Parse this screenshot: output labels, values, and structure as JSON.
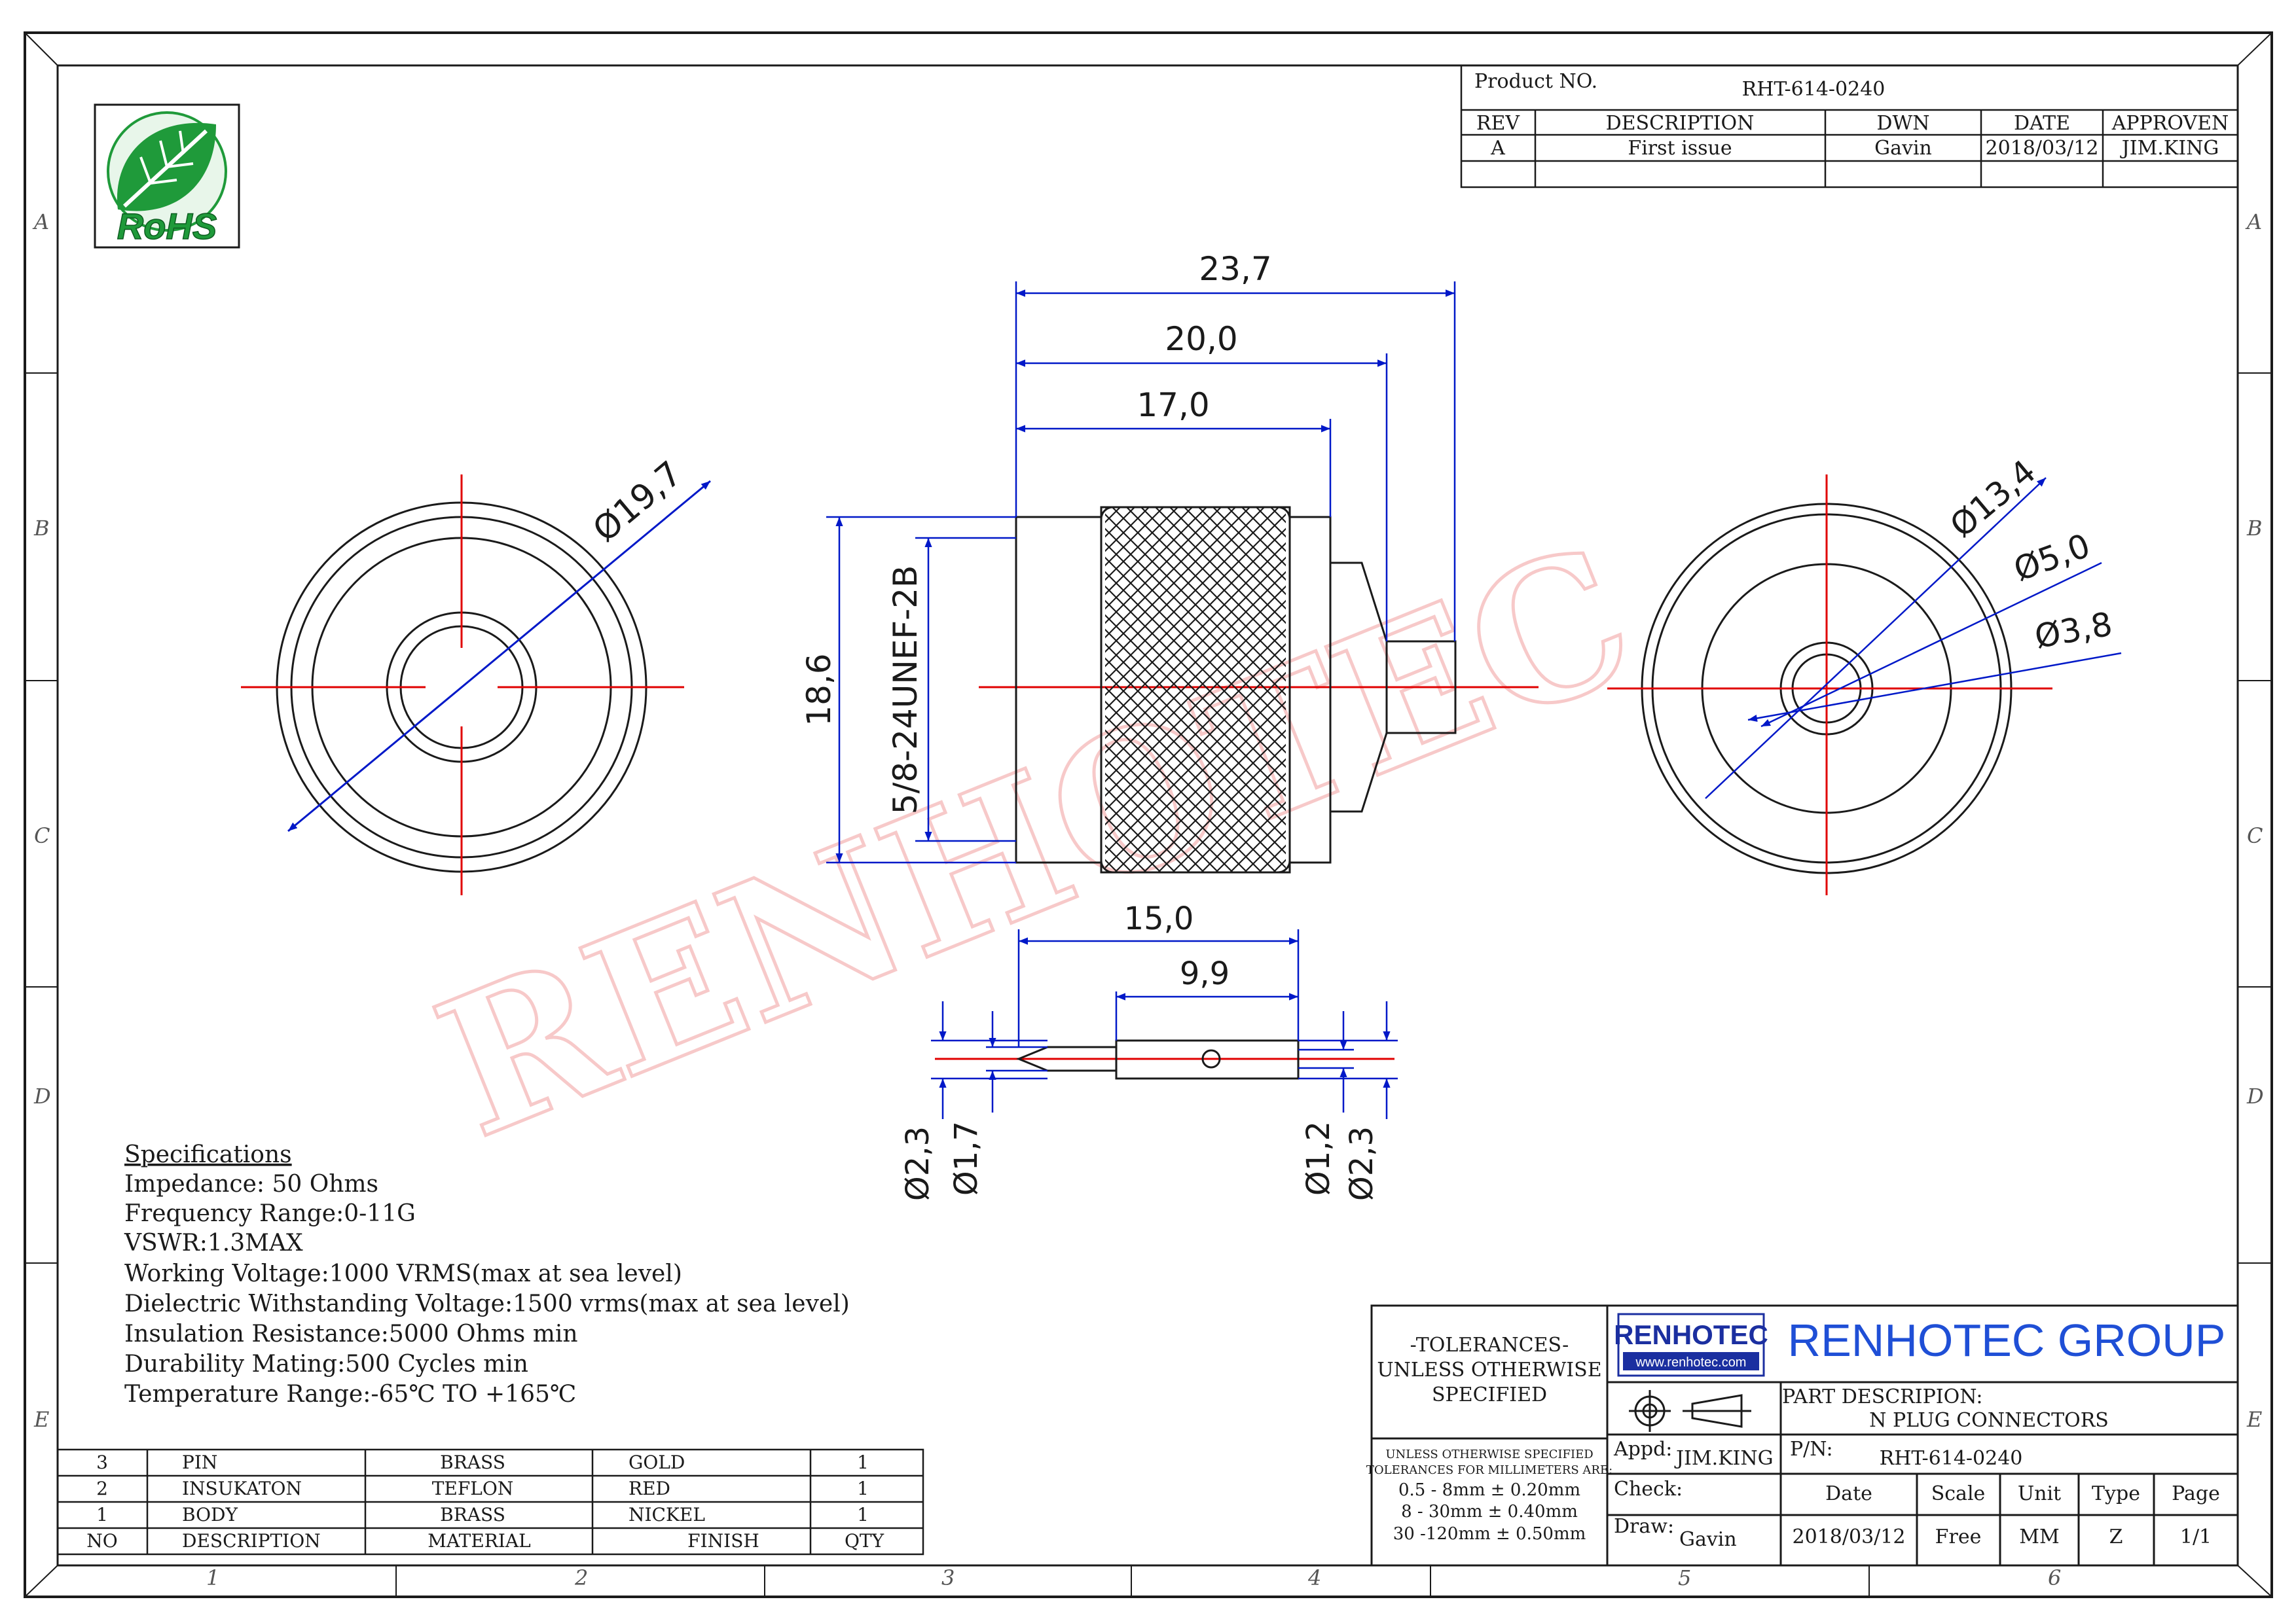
{
  "title_block": {
    "product_no_label": "Product NO.",
    "product_no": "RHT-614-0240",
    "rev_header": "REV",
    "desc_header": "DESCRIPTION",
    "dwn_header": "DWN",
    "date_header": "DATE",
    "approven_header": "APPROVEN",
    "rev_row": {
      "rev": "A",
      "description": "First issue",
      "dwn": "Gavin",
      "date": "2018/03/12",
      "approven": "JIM.KING"
    }
  },
  "rohs_label": "RoHS",
  "row_labels": [
    "A",
    "B",
    "C",
    "D",
    "E"
  ],
  "column_labels": [
    "1",
    "2",
    "3",
    "4",
    "5",
    "6"
  ],
  "dimensions": {
    "overall_length": "23,7",
    "body_length_20": "20,0",
    "knurl_length": "17,0",
    "body_height": "18,6",
    "thread": "5/8-24UNEF-2B",
    "front_dia": "Ø19,7",
    "rear_dia_134": "Ø13,4",
    "rear_dia_50": "Ø5,0",
    "rear_dia_38": "Ø3,8",
    "pin_length": "15,0",
    "pin_body_length": "9,9",
    "pin_dia_23_left": "Ø2,3",
    "pin_dia_17": "Ø1,7",
    "pin_dia_12": "Ø1,2",
    "pin_dia_23_right": "Ø2,3"
  },
  "watermark": "RENHOTEC",
  "specifications": {
    "heading": "Specifications",
    "lines": [
      "Impedance: 50 Ohms",
      "Frequency Range:0-11G",
      "VSWR:1.3MAX",
      "Working Voltage:1000 VRMS(max at sea level)",
      "Dielectric Withstanding Voltage:1500 vrms(max at sea level)",
      "Insulation Resistance:5000 Ohms min",
      "Durability Mating:500 Cycles min",
      "Temperature Range:-65℃ TO +165℃"
    ]
  },
  "bom": {
    "headers": [
      "NO",
      "DESCRIPTION",
      "MATERIAL",
      "FINISH",
      "QTY"
    ],
    "rows": [
      [
        "3",
        "PIN",
        "BRASS",
        "GOLD",
        "1"
      ],
      [
        "2",
        "INSUKATON",
        "TEFLON",
        "RED",
        "1"
      ],
      [
        "1",
        "BODY",
        "BRASS",
        "NICKEL",
        "1"
      ]
    ]
  },
  "tolerances": {
    "line1": "-TOLERANCES-",
    "line2": "UNLESS OTHERWISE",
    "line3": "SPECIFIED",
    "small1": "UNLESS OTHERWISE SPECIFIED",
    "small2": "TOLERANCES FOR MILLIMETERS ARE:",
    "t1": "0.5 - 8mm ± 0.20mm",
    "t2": "8 - 30mm ± 0.40mm",
    "t3": "30 -120mm ± 0.50mm"
  },
  "company": {
    "logo_text": "RENHOTEC",
    "logo_url": "www.renhotec.com",
    "name": "RENHOTEC GROUP",
    "part_desc_label": "PART DESCRIPION:",
    "part_desc": "N PLUG CONNECTORS",
    "appd_label": "Appd:",
    "appd": "JIM.KING",
    "pn_label": "P/N:",
    "pn": "RHT-614-0240",
    "check_label": "Check:",
    "draw_label": "Draw:",
    "draw": "Gavin",
    "date_label": "Date",
    "scale_label": "Scale",
    "unit_label": "Unit",
    "type_label": "Type",
    "page_label": "Page",
    "date": "2018/03/12",
    "scale": "Free",
    "unit": "MM",
    "type": "Z",
    "page": "1/1"
  },
  "colors": {
    "outline": "#1a1a1a",
    "dimension": "#0018c8",
    "centerline": "#e00000",
    "rohs_green": "#1f9a3a",
    "logo_red": "#d8261c",
    "logo_blue": "#1b2fa0",
    "company_blue": "#1f4fd6",
    "watermark": "#f7c9c9"
  }
}
